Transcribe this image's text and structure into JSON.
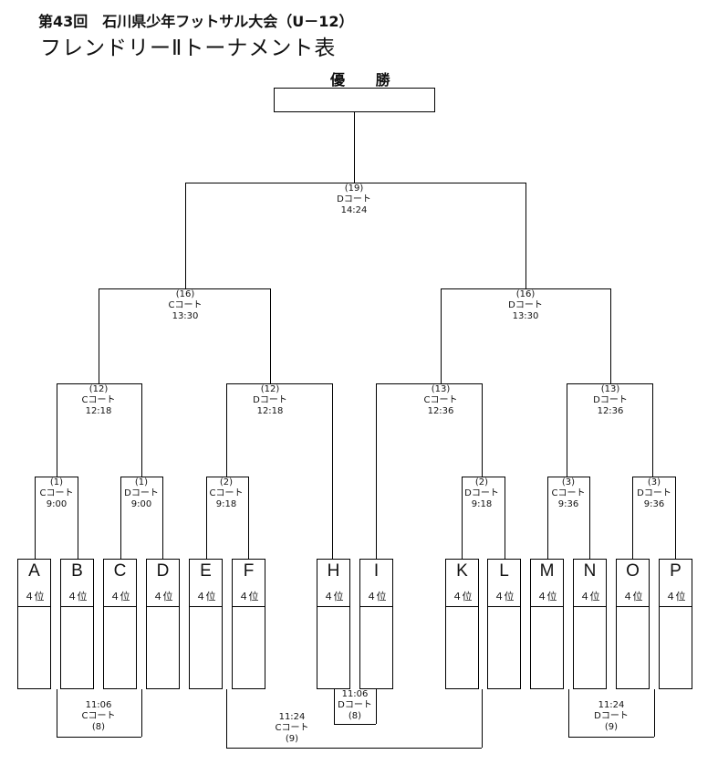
{
  "title_line1": "第43回　石川県少年フットサル大会（U－12）",
  "title_line2": "フレンドリーⅡトーナメント表",
  "champion_label": "優 勝",
  "matches": {
    "final": {
      "num": "(19)",
      "court": "Dコート",
      "time": "14:24"
    },
    "sf_left": {
      "num": "(16)",
      "court": "Cコート",
      "time": "13:30"
    },
    "sf_right": {
      "num": "(16)",
      "court": "Dコート",
      "time": "13:30"
    },
    "qf1": {
      "num": "(12)",
      "court": "Cコート",
      "time": "12:18"
    },
    "qf2": {
      "num": "(12)",
      "court": "Dコート",
      "time": "12:18"
    },
    "qf3": {
      "num": "(13)",
      "court": "Cコート",
      "time": "12:36"
    },
    "qf4": {
      "num": "(13)",
      "court": "Dコート",
      "time": "12:36"
    },
    "r1_ab": {
      "num": "(1)",
      "court": "Cコート",
      "time": "9:00"
    },
    "r1_cd": {
      "num": "(1)",
      "court": "Dコート",
      "time": "9:00"
    },
    "r1_ef": {
      "num": "(2)",
      "court": "Cコート",
      "time": "9:18"
    },
    "r1_kl": {
      "num": "(2)",
      "court": "Dコート",
      "time": "9:18"
    },
    "r1_mn": {
      "num": "(3)",
      "court": "Cコート",
      "time": "9:36"
    },
    "r1_op": {
      "num": "(3)",
      "court": "Dコート",
      "time": "9:36"
    },
    "b_left": {
      "time": "11:06",
      "court": "Cコート",
      "num": "(8)"
    },
    "b_hi": {
      "time": "11:06",
      "court": "Dコート",
      "num": "(8)"
    },
    "b_mid": {
      "time": "11:24",
      "court": "Cコート",
      "num": "(9)"
    },
    "b_right": {
      "time": "11:24",
      "court": "Dコート",
      "num": "(9)"
    }
  },
  "teams": [
    {
      "name": "A",
      "rank": "４位"
    },
    {
      "name": "B",
      "rank": "４位"
    },
    {
      "name": "C",
      "rank": "４位"
    },
    {
      "name": "D",
      "rank": "４位"
    },
    {
      "name": "E",
      "rank": "４位"
    },
    {
      "name": "F",
      "rank": "４位"
    },
    {
      "name": "H",
      "rank": "４位"
    },
    {
      "name": "I",
      "rank": "４位"
    },
    {
      "name": "K",
      "rank": "４位"
    },
    {
      "name": "L",
      "rank": "４位"
    },
    {
      "name": "M",
      "rank": "４位"
    },
    {
      "name": "N",
      "rank": "４位"
    },
    {
      "name": "O",
      "rank": "４位"
    },
    {
      "name": "P",
      "rank": "４位"
    }
  ]
}
